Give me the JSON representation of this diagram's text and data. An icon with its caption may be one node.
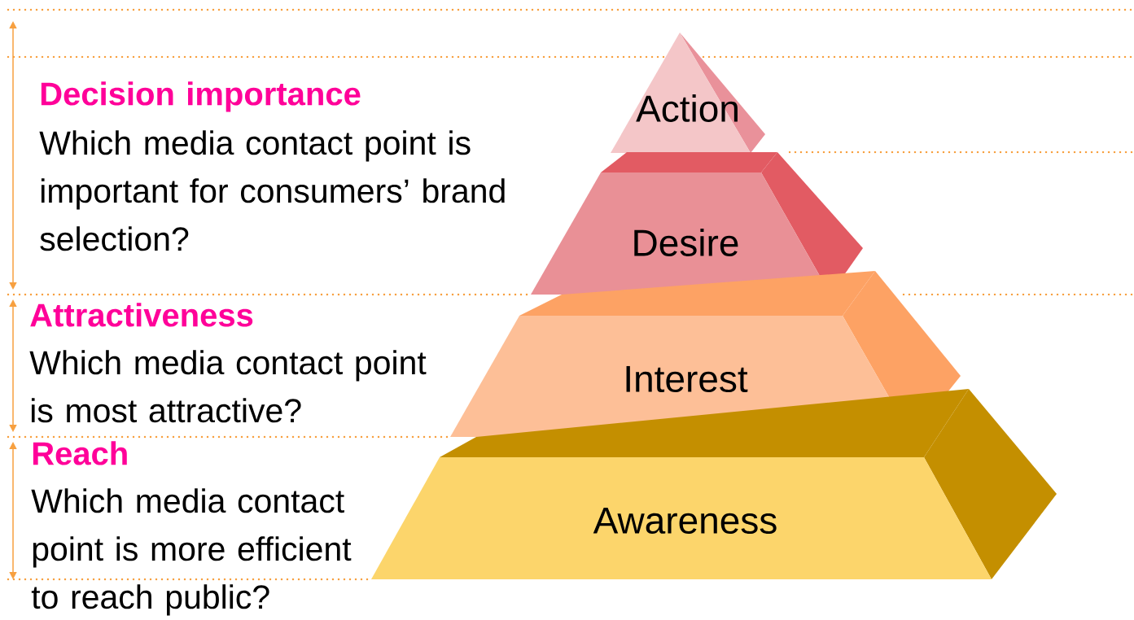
{
  "diagram": {
    "nodes": [
      {
        "text": [
          "Action"
        ]
      },
      {
        "text": [
          "Desire"
        ]
      },
      {
        "text": [
          "Interest"
        ]
      },
      {
        "text": [
          "Awareness"
        ]
      }
    ],
    "labels": [
      "Decision importance",
      "Which media contact point is important for consumers’ brand selection?",
      "Attractiveness",
      "Which media contact point is most attractive?",
      "Reach",
      "Which media contact point is more efficient to reach public?"
    ]
  }
}
